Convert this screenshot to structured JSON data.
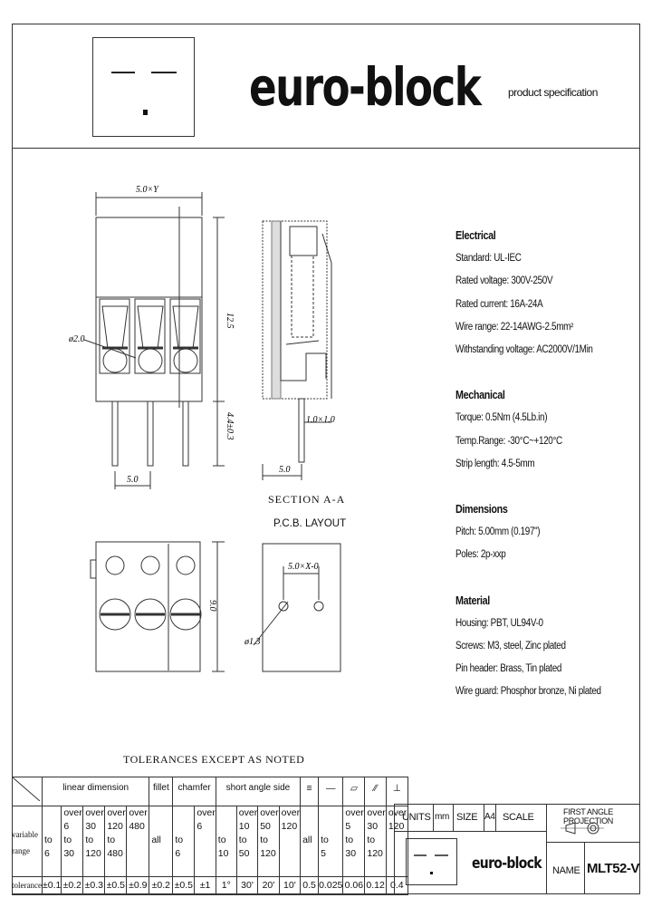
{
  "header": {
    "logo_mark": "— —\n.",
    "brand": "euro-block",
    "subtitle": "product specification"
  },
  "specs": {
    "electrical": {
      "title": "Electrical",
      "lines": [
        "Standard: UL-IEC",
        "Rated voltage: 300V-250V",
        "Rated current: 16A-24A",
        "Wire range: 22-14AWG-2.5mm²",
        "Withstanding voltage: AC2000V/1Min"
      ]
    },
    "mechanical": {
      "title": "Mechanical",
      "lines": [
        "Torque: 0.5Nm (4.5Lb.in)",
        "Temp.Range: -30°C~+120°C",
        "Strip length: 4.5-5mm"
      ]
    },
    "dimensions": {
      "title": "Dimensions",
      "lines": [
        "Pitch: 5.00mm (0.197\")",
        "Poles: 2p-xxp"
      ]
    },
    "material": {
      "title": "Material",
      "lines": [
        "Housing: PBT, UL94V-0",
        "Screws: M3, steel, Zinc plated",
        "Pin header: Brass, Tin plated",
        "Wire guard: Phosphor bronze, Ni plated"
      ]
    }
  },
  "drawing": {
    "dim_width": "5.0×Y",
    "dim_height": "12.5",
    "dim_pin": "4.4±0.3",
    "dim_hole": "ø2.0",
    "dim_pitch": "5.0",
    "dim_side_pitch": "5.0",
    "dim_pin_size": "1.0×1.0",
    "dim_depth": "9.0",
    "dim_pcb_pitch": "5.0×X-0",
    "dim_pcb_hole": "ø1.3",
    "section_label": "SECTION A-A",
    "pcb_label": "P.C.B. LAYOUT"
  },
  "tolerance": {
    "title": "TOLERANCES EXCEPT AS NOTED",
    "header_groups": [
      "linear dimension",
      "fillet",
      "chamfer",
      "short angle side",
      "≡",
      "—",
      "▱",
      "∕∕",
      "⊥"
    ],
    "rows": {
      "label_variable": "variable",
      "label_range": "range",
      "label_tolerance": "tolerance"
    },
    "cols": [
      {
        "range": [
          "",
          "",
          "to",
          "6"
        ],
        "tol": "±0.1"
      },
      {
        "range": [
          "over",
          "6",
          "to",
          "30"
        ],
        "tol": "±0.2"
      },
      {
        "range": [
          "over",
          "30",
          "to",
          "120"
        ],
        "tol": "±0.3"
      },
      {
        "range": [
          "over",
          "120",
          "to",
          "480"
        ],
        "tol": "±0.5"
      },
      {
        "range": [
          "over",
          "480",
          "",
          ""
        ],
        "tol": "±0.9"
      },
      {
        "range": [
          "",
          "",
          "all",
          ""
        ],
        "tol": "±0.2"
      },
      {
        "range": [
          "",
          "",
          "to",
          "6"
        ],
        "tol": "±0.5"
      },
      {
        "range": [
          "over",
          "6",
          "",
          ""
        ],
        "tol": "±1"
      },
      {
        "range": [
          "",
          "",
          "to",
          "10"
        ],
        "tol": "1°"
      },
      {
        "range": [
          "over",
          "10",
          "to",
          "50"
        ],
        "tol": "30'"
      },
      {
        "range": [
          "over",
          "50",
          "to",
          "120"
        ],
        "tol": "20'"
      },
      {
        "range": [
          "over",
          "120",
          "",
          ""
        ],
        "tol": "10'"
      },
      {
        "range": [
          "",
          "",
          "all",
          ""
        ],
        "tol": "0.5"
      },
      {
        "range": [
          "",
          "",
          "to",
          "5"
        ],
        "tol": "0.025"
      },
      {
        "range": [
          "over",
          "5",
          "to",
          "30"
        ],
        "tol": "0.06"
      },
      {
        "range": [
          "over",
          "30",
          "to",
          "120"
        ],
        "tol": "0.12"
      },
      {
        "range": [
          "over",
          "120",
          "",
          ""
        ],
        "tol": "0.4"
      }
    ]
  },
  "titleblock": {
    "units_label": "UNITS",
    "units_value": "mm",
    "size_label": "SIZE",
    "size_value": "A4",
    "scale_label": "SCALE",
    "projection_label": "FIRST ANGLE PROJECTION",
    "brand": "euro-block",
    "logo_mark": "— —\n.",
    "name_label": "NAME",
    "name_value": "MLT52-V"
  }
}
